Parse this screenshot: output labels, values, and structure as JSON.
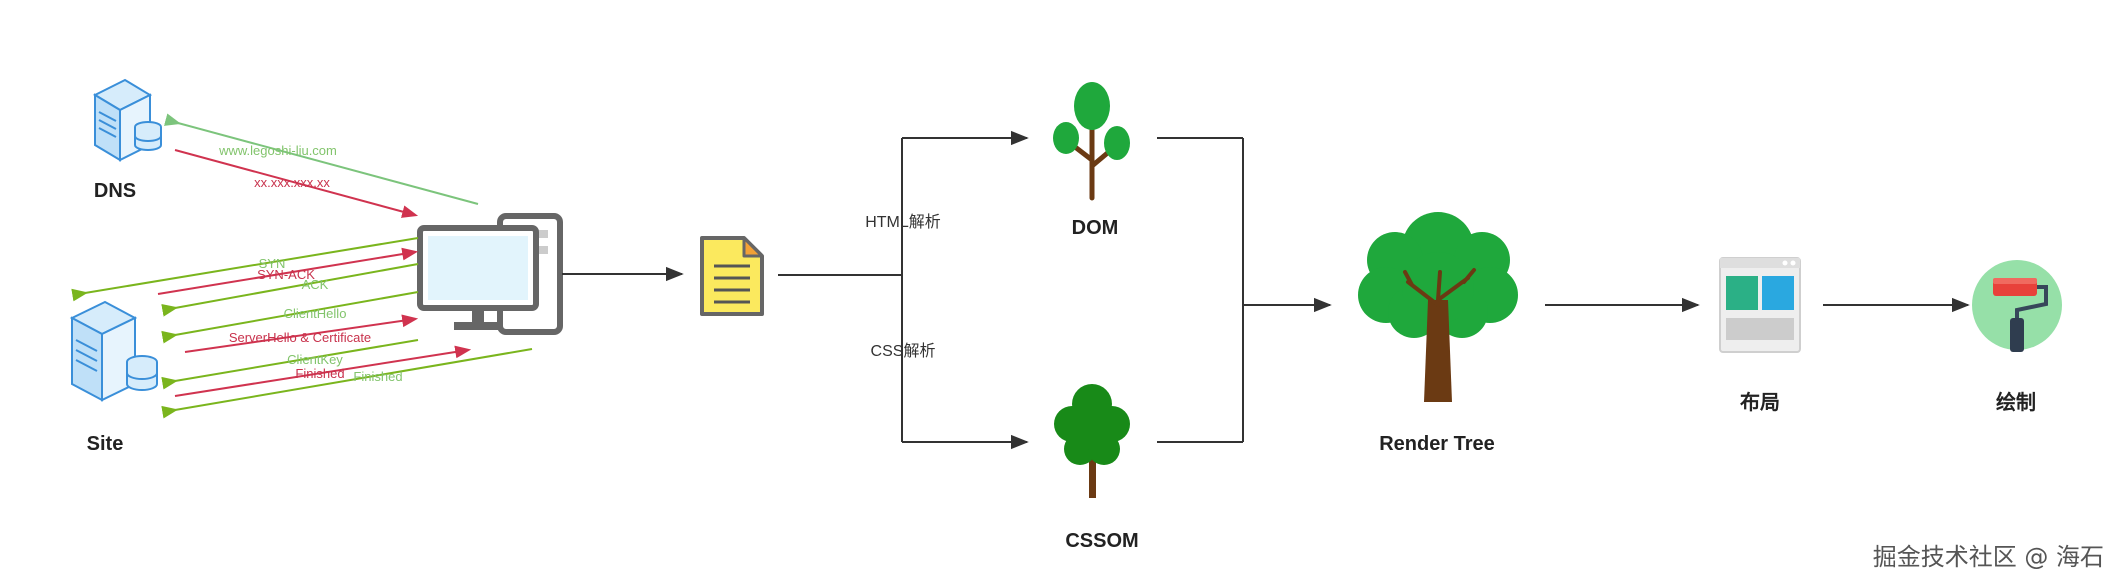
{
  "nodes": {
    "dns": "DNS",
    "site": "Site",
    "dom": "DOM",
    "cssom": "CSSOM",
    "render_tree": "Render Tree",
    "layout": "布局",
    "paint": "绘制"
  },
  "edge_labels": {
    "html_parse": "HTML解析",
    "css_parse": "CSS解析"
  },
  "dns_messages": {
    "query": "www.legoshi-liu.com",
    "response": "xx.xxx.xxx.xx"
  },
  "handshake": {
    "syn": "SYN",
    "syn_ack": "SYN-ACK",
    "ack": "ACK",
    "client_hello": "ClientHello",
    "server_hello": "ServerHello & Certificate",
    "client_key": "ClientKey",
    "finished_server": "Finished",
    "finished_client": "Finished"
  },
  "colors": {
    "client_arrow": "#7ab51d",
    "server_arrow": "#d0334f",
    "dns_query": "#7cc47c",
    "flow_line": "#333333",
    "tree_green": "#1fa83c",
    "trunk": "#6b3a13"
  },
  "watermark": "掘金技术社区 @ 海石"
}
